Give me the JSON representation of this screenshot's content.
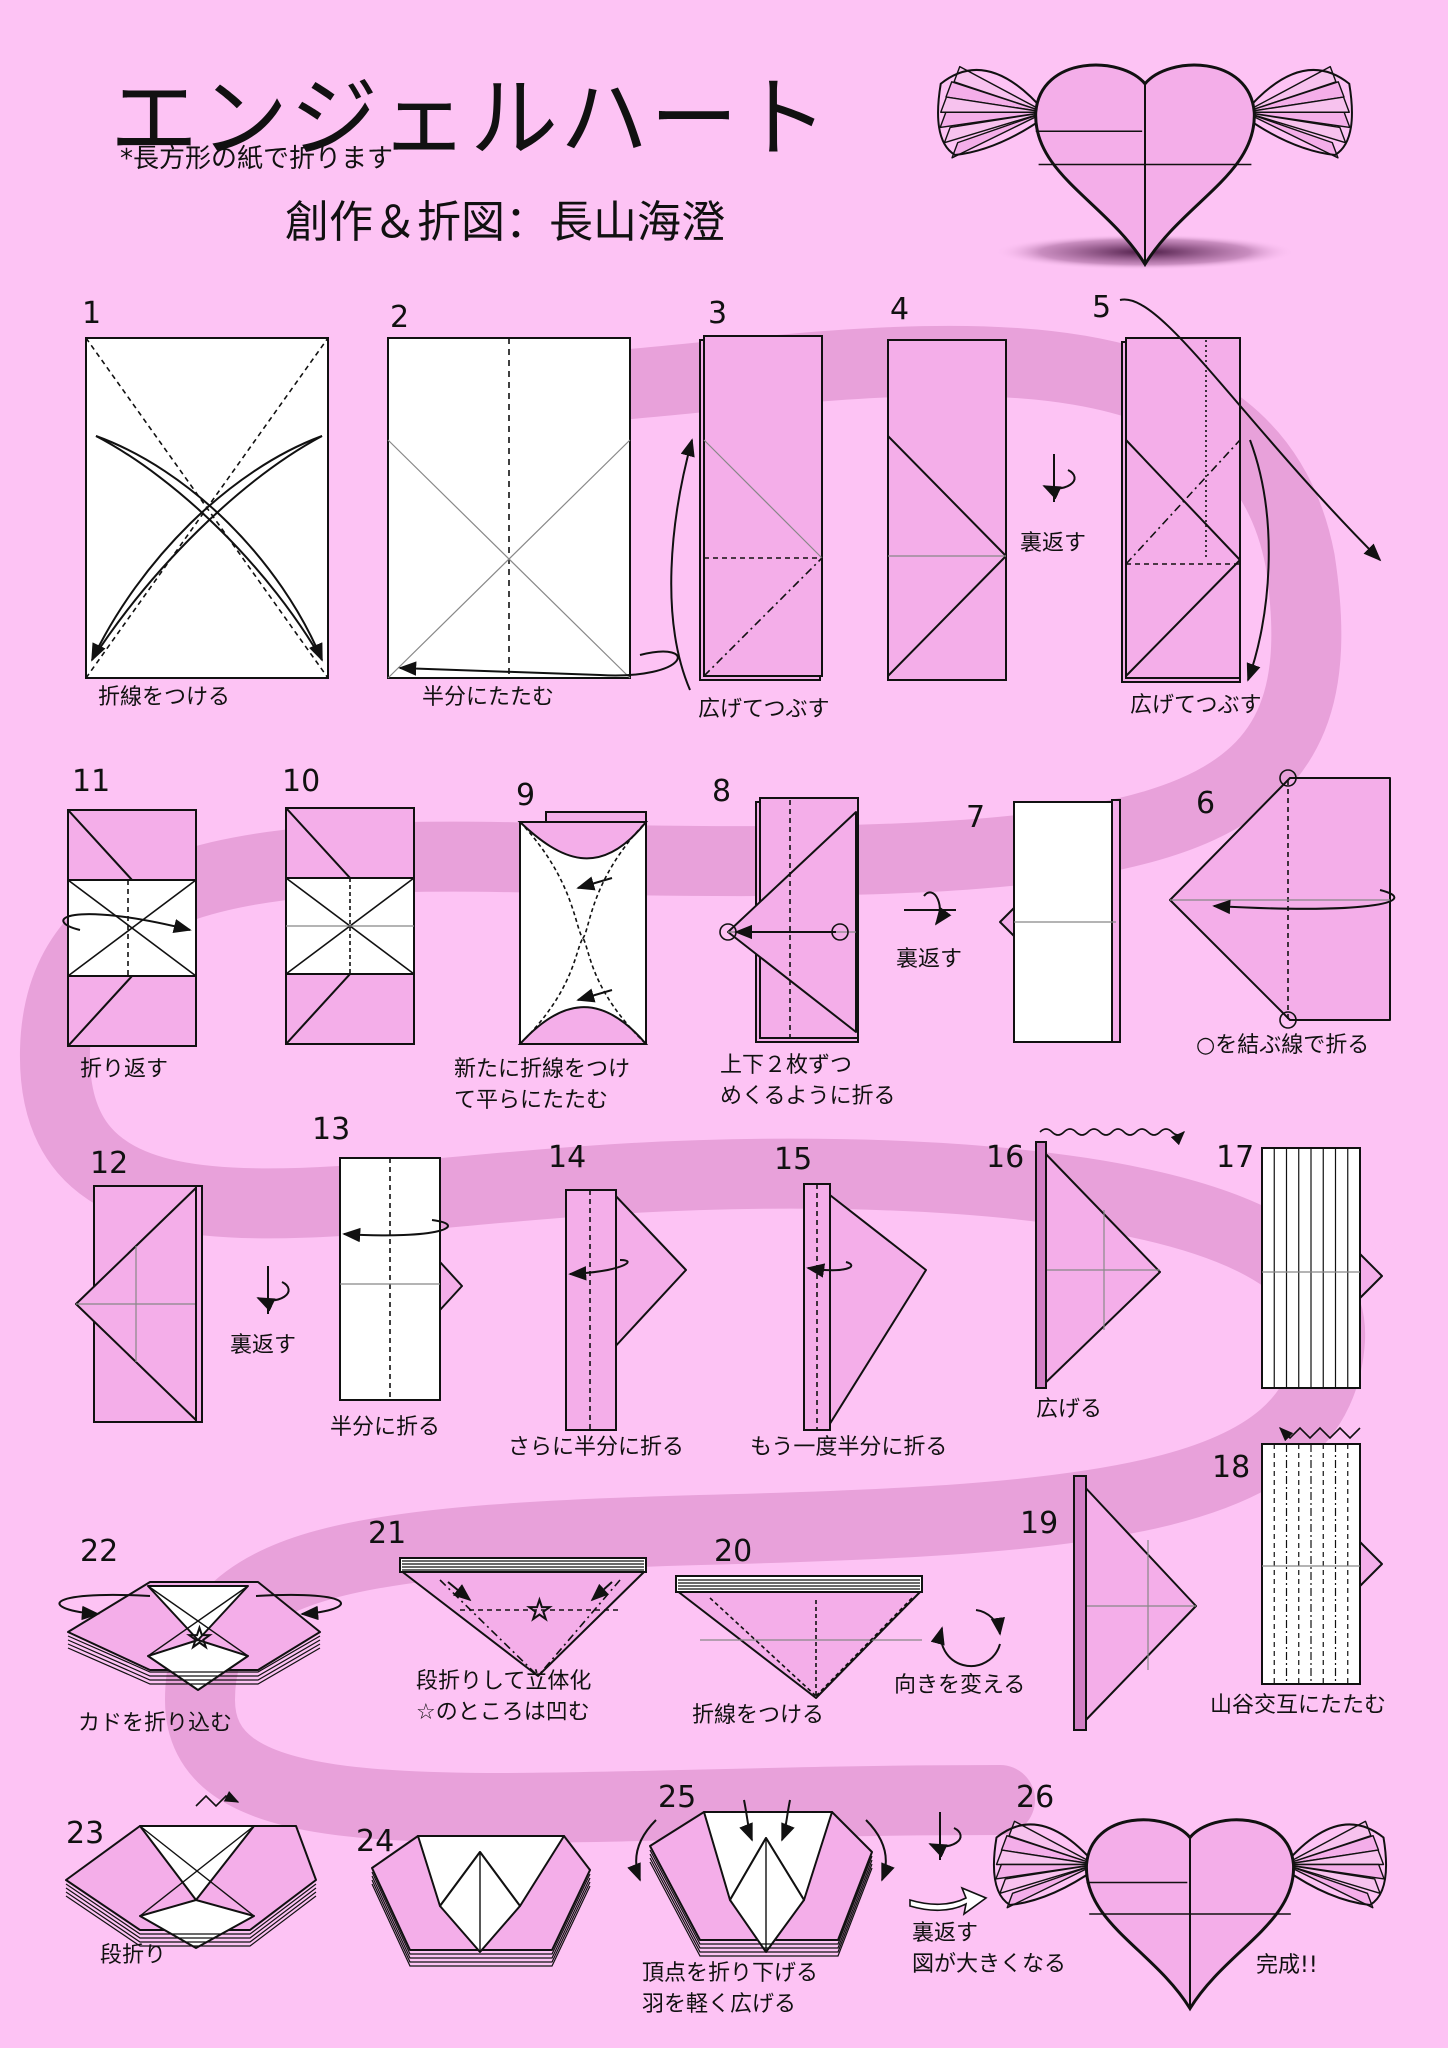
{
  "title": "エンジェルハート",
  "note": "*長方形の紙で折ります",
  "author": "創作＆折図：長山海澄",
  "colors": {
    "background": "#fdc3f4",
    "path": "#e8a1da",
    "paper_pink": "#f4aee9",
    "paper_white": "#ffffff",
    "line": "#111111"
  },
  "steps": [
    {
      "num": "1",
      "caption": "折線をつける"
    },
    {
      "num": "2",
      "caption": "半分にたたむ"
    },
    {
      "num": "3",
      "caption": "広げてつぶす"
    },
    {
      "num": "4",
      "caption": ""
    },
    {
      "num": "5",
      "caption": "広げてつぶす"
    },
    {
      "num": "6",
      "caption": "○を結ぶ線で折る"
    },
    {
      "num": "7",
      "caption": ""
    },
    {
      "num": "8",
      "caption": "上下２枚ずつ\nめくるように折る"
    },
    {
      "num": "9",
      "caption": "新たに折線をつけ\nて平らにたたむ"
    },
    {
      "num": "10",
      "caption": ""
    },
    {
      "num": "11",
      "caption": "折り返す"
    },
    {
      "num": "12",
      "caption": ""
    },
    {
      "num": "13",
      "caption": "半分に折る"
    },
    {
      "num": "14",
      "caption": "さらに半分に折る"
    },
    {
      "num": "15",
      "caption": "もう一度半分に折る"
    },
    {
      "num": "16",
      "caption": "広げる"
    },
    {
      "num": "17",
      "caption": ""
    },
    {
      "num": "18",
      "caption": "山谷交互にたたむ"
    },
    {
      "num": "19",
      "caption": ""
    },
    {
      "num": "20",
      "caption": "折線をつける"
    },
    {
      "num": "21",
      "caption": "段折りして立体化\n☆のところは凹む"
    },
    {
      "num": "22",
      "caption": "カドを折り込む"
    },
    {
      "num": "23",
      "caption": "段折り"
    },
    {
      "num": "24",
      "caption": ""
    },
    {
      "num": "25",
      "caption": "頂点を折り下げる\n羽を軽く広げる"
    },
    {
      "num": "26",
      "caption": "完成!!"
    }
  ],
  "annotations": {
    "turn_over": "裏返す",
    "rotate": "向きを変える",
    "turn_over_bigger": "裏返す\n図が大きくなる"
  }
}
